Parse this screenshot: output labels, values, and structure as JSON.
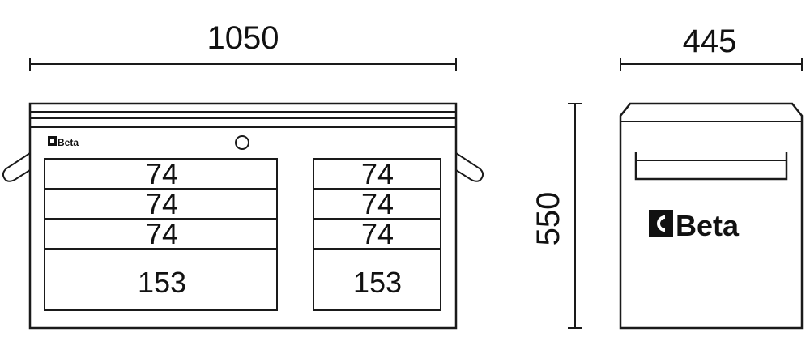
{
  "dimensions": {
    "width": "1050",
    "depth": "445",
    "height": "550"
  },
  "brand": {
    "small_logo": "Beta",
    "side_logo": "Beta"
  },
  "left_drawers": [
    "74",
    "74",
    "74",
    "153"
  ],
  "right_drawers": [
    "74",
    "74",
    "74",
    "153"
  ],
  "colors": {
    "line": "#1a1a1a",
    "background": "#ffffff"
  }
}
